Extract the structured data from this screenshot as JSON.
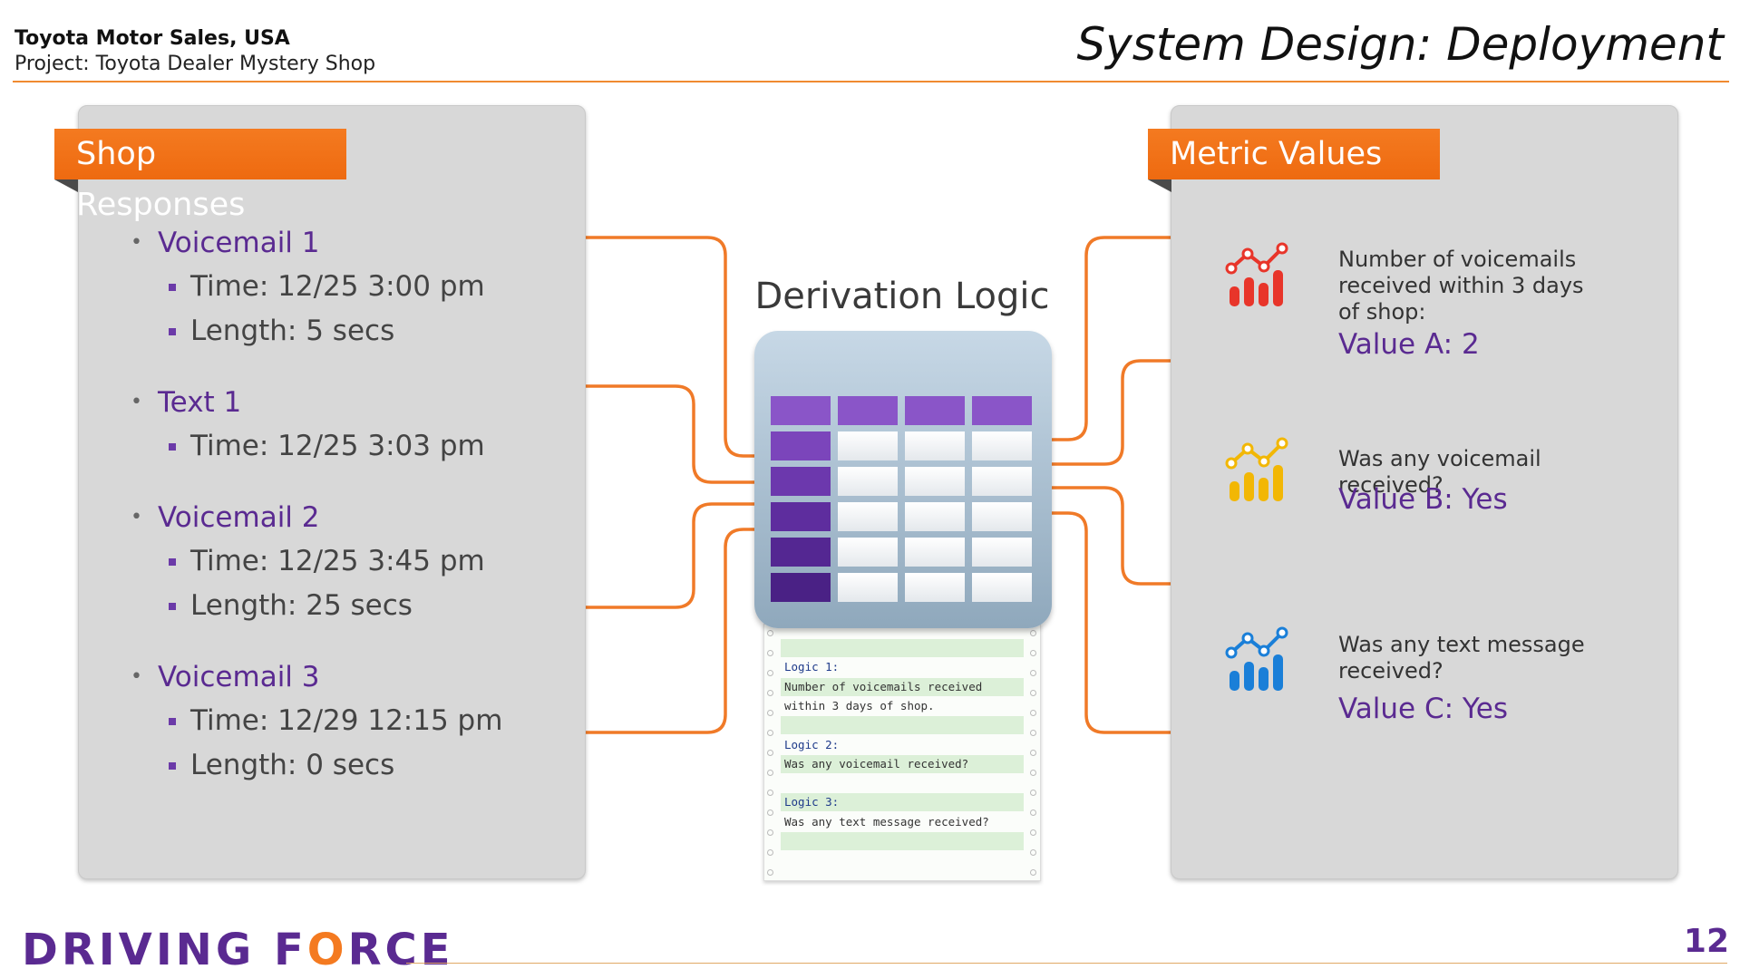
{
  "header": {
    "company": "Toyota Motor Sales, USA",
    "project": "Project: Toyota Dealer Mystery Shop",
    "title": "System Design: Deployment"
  },
  "shop_responses": {
    "title": "Shop Responses",
    "groups": [
      {
        "name": "Voicemail 1",
        "details": [
          "Time: 12/25 3:00 pm",
          "Length: 5 secs"
        ]
      },
      {
        "name": "Text 1",
        "details": [
          "Time: 12/25 3:03 pm"
        ]
      },
      {
        "name": "Voicemail 2",
        "details": [
          "Time: 12/25 3:45 pm",
          "Length: 25 secs"
        ]
      },
      {
        "name": "Voicemail 3",
        "details": [
          "Time: 12/29 12:15 pm",
          "Length: 0 secs"
        ]
      }
    ]
  },
  "derivation": {
    "title": "Derivation Logic",
    "lines": [
      {
        "text": "",
        "green": true,
        "label": false
      },
      {
        "text": "Logic 1:",
        "green": false,
        "label": true
      },
      {
        "text": "Number of voicemails received",
        "green": true,
        "label": false
      },
      {
        "text": "within 3 days of shop.",
        "green": false,
        "label": false
      },
      {
        "text": "",
        "green": true,
        "label": false
      },
      {
        "text": "Logic 2:",
        "green": false,
        "label": true
      },
      {
        "text": "Was any voicemail received?",
        "green": true,
        "label": false
      },
      {
        "text": "",
        "green": false,
        "label": false
      },
      {
        "text": "Logic 3:",
        "green": true,
        "label": true
      },
      {
        "text": "Was any text message received?",
        "green": false,
        "label": false
      },
      {
        "text": "",
        "green": true,
        "label": false
      }
    ]
  },
  "metrics": {
    "title": "Metric Values",
    "items": [
      {
        "icon": "chart-icon-red",
        "color": "#e8352a",
        "label": "Number of voicemails received within 3 days of shop:",
        "value": "Value A: 2"
      },
      {
        "icon": "chart-icon-yellow",
        "color": "#f2b705",
        "label": "Was any voicemail received?",
        "value": "Value B: Yes"
      },
      {
        "icon": "chart-icon-blue",
        "color": "#1a7fd8",
        "label": "Was any text message received?",
        "value": "Value C: Yes"
      }
    ]
  },
  "footer": {
    "logo_part1": "DRIVING F",
    "logo_o": "O",
    "logo_part2": "RCE",
    "page_number": "12"
  },
  "colors": {
    "accent_orange": "#f47a20",
    "brand_purple": "#5a2a91",
    "panel_gray": "#d8d8d8"
  }
}
